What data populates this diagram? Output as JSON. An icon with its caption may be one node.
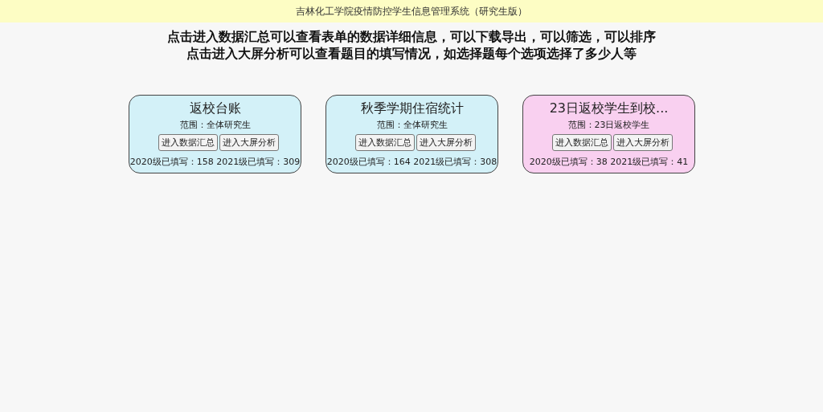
{
  "diagram": {
    "title": "吉林化工学院疫情防控学生信息管理系统（研究生版）",
    "nodes": [
      {
        "text": [
          "返校台账",
          "范围：全体研究生",
          "2020级已填写：158 2021级已填写：309"
        ]
      },
      {
        "text": [
          "进入数据汇总"
        ],
        "in": 0
      },
      {
        "text": [
          "进入大屏分析"
        ],
        "in": 0
      },
      {
        "text": [
          "秋季学期住宿统计",
          "范围：全体研究生",
          "2020级已填写：164 2021级已填写：308"
        ]
      },
      {
        "text": [
          "进入数据汇总"
        ],
        "in": 3
      },
      {
        "text": [
          "进入大屏分析"
        ],
        "in": 3
      },
      {
        "text": [
          "23日返校学生到校...",
          "范围：23日返校学生",
          "2020级已填写：38 2021级已填写：41"
        ]
      },
      {
        "text": [
          "进入数据汇总"
        ],
        "in": 6
      },
      {
        "text": [
          "进入大屏分析"
        ],
        "in": 6
      }
    ],
    "labels": [
      "点击进入数据汇总可以查看表单的数据详细信息，可以下载导出，可以筛选，可以排序",
      "点击进入大屏分析可以查看题目的填写情况，如选择题每个选项选择了多少人等"
    ]
  }
}
